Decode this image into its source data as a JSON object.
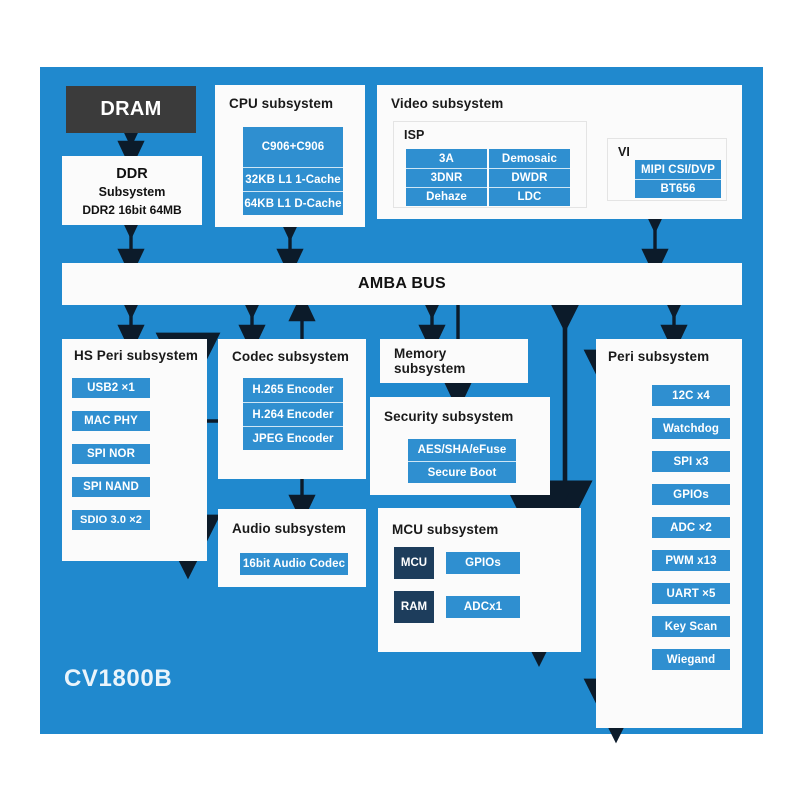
{
  "diagram": {
    "chip_label": "CV1800B",
    "bus_label": "AMBA BUS",
    "colors": {
      "canvas_blue": "#2089ce",
      "panel_white": "#fbfbfb",
      "chip_blue": "#2f8fd0",
      "dark_navy": "#1d3d5c",
      "dram_gray": "#3b3b3b",
      "arrow": "#0c1b2a"
    }
  },
  "dram": {
    "label": "DRAM"
  },
  "ddr": {
    "line1": "DDR",
    "line2": "Subsystem",
    "line3": "DDR2 16bit 64MB"
  },
  "cpu": {
    "title": "CPU subsystem",
    "items": [
      "C906+C906",
      "32KB L1 1-Cache",
      "64KB L1 D-Cache"
    ]
  },
  "video": {
    "title": "Video subsystem",
    "isp": {
      "title": "ISP",
      "left_items": [
        "3A",
        "3DNR",
        "Dehaze"
      ],
      "right_items": [
        "Demosaic",
        "DWDR",
        "LDC"
      ]
    },
    "vi": {
      "title": "VI",
      "items": [
        "MIPI CSI/DVP",
        "BT656"
      ]
    }
  },
  "hs_peri": {
    "title": "HS Peri subsystem",
    "items": [
      "USB2 ×1",
      "MAC PHY",
      "SPI NOR",
      "SPI NAND",
      "SDIO 3.0 ×2"
    ]
  },
  "codec": {
    "title": "Codec subsystem",
    "items": [
      "H.265 Encoder",
      "H.264 Encoder",
      "JPEG Encoder"
    ]
  },
  "audio": {
    "title": "Audio subsystem",
    "items": [
      "16bit Audio Codec"
    ]
  },
  "memory": {
    "title_line1": "Memory",
    "title_line2": "subsystem"
  },
  "security": {
    "title": "Security subsystem",
    "items": [
      "AES/SHA/eFuse",
      "Secure Boot"
    ]
  },
  "mcu": {
    "title": "MCU subsystem",
    "blocks": [
      "MCU",
      "RAM"
    ],
    "items": [
      "GPIOs",
      "ADCx1"
    ]
  },
  "peri": {
    "title": "Peri subsystem",
    "items": [
      "12C x4",
      "Watchdog",
      "SPI x3",
      "GPIOs",
      "ADC ×2",
      "PWM x13",
      "UART ×5",
      "Key Scan",
      "Wiegand"
    ]
  }
}
